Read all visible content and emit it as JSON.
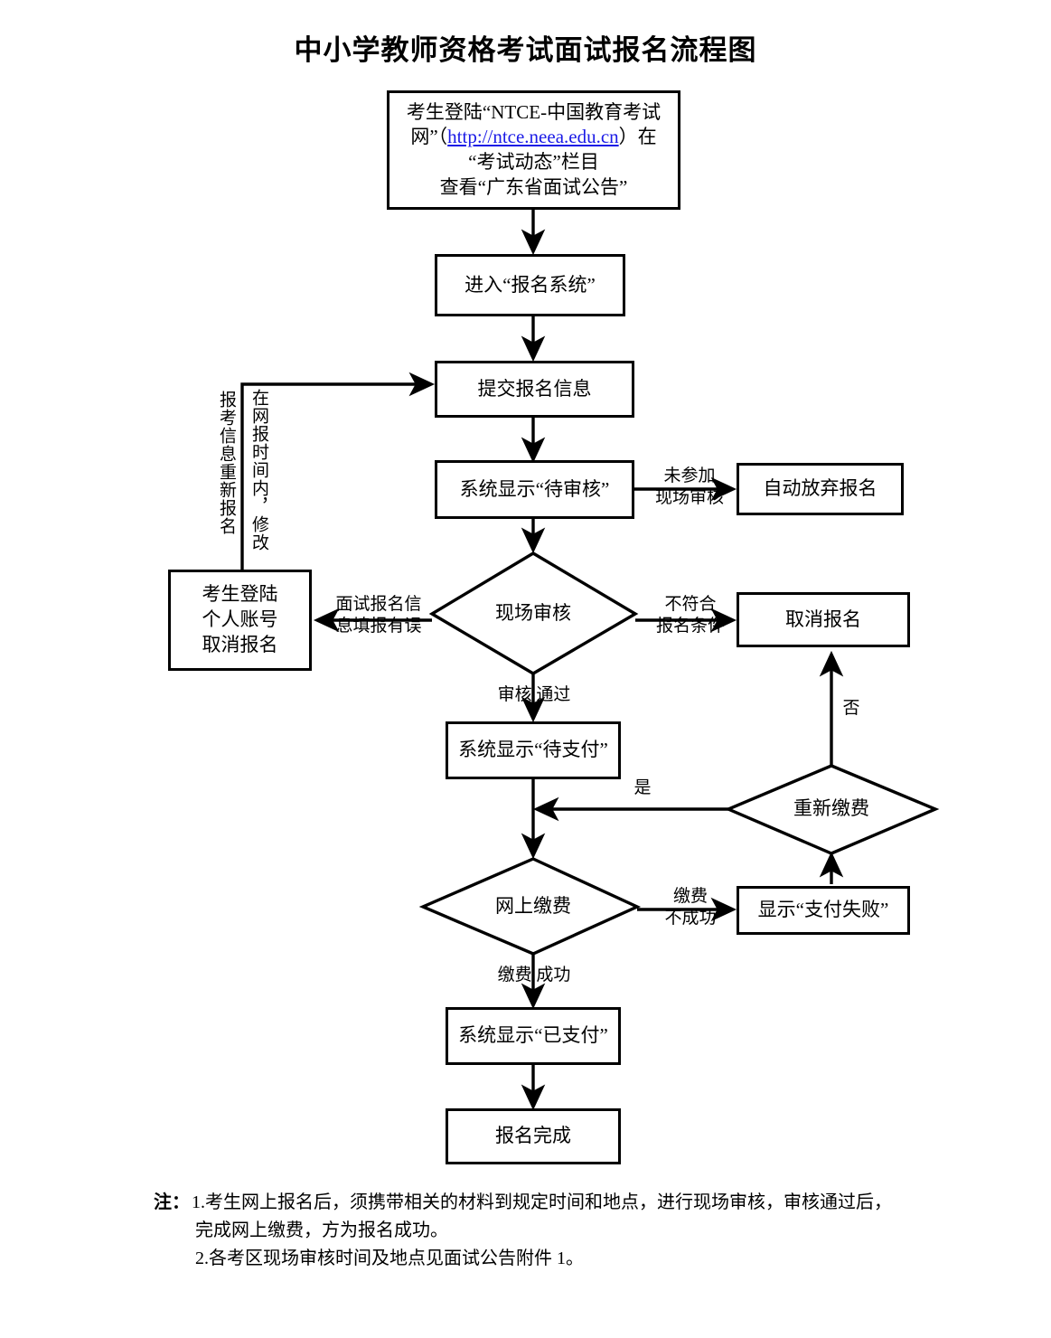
{
  "title": "中小学教师资格考试面试报名流程图",
  "nodes": {
    "start": {
      "line1": "考生登陆“NTCE-中国教育考试",
      "line2_pre": "网”（",
      "link": "http://ntce.neea.edu.cn",
      "line2_post": "）在",
      "line3": "“考试动态”栏目",
      "line4": "查看“广东省面试公告”"
    },
    "enter_system": "进入“报名系统”",
    "submit_info": "提交报名信息",
    "pending_review": "系统显示“待审核”",
    "auto_abandon": "自动放弃报名",
    "onsite_review": "现场审核",
    "cancel_login": "考生登陆\n个人账号\n取消报名",
    "cancel_reg": "取消报名",
    "pending_pay": "系统显示“待支付”",
    "repay": "重新缴费",
    "online_pay": "网上缴费",
    "pay_failed": "显示“支付失败”",
    "paid": "系统显示“已支付”",
    "done": "报名完成"
  },
  "edge_labels": {
    "not_attend": "未参加\n现场审核",
    "not_qualified": "不符合\n报名条件",
    "info_error": "面试报名信\n息填报有误",
    "review_pass": "审核  通过",
    "repay_no": "否",
    "repay_yes": "是",
    "pay_failed_label": "缴费\n不成功",
    "pay_success": "缴费  成功",
    "vertical_left": "报考信息重新报名",
    "vertical_right": "在网报时间内，修改"
  },
  "notes": {
    "head": "注：",
    "n1_num": "1.",
    "n1_line1": "考生网上报名后，须携带相关的材料到规定时间和地点，进行现场审核，审核通过后，",
    "n1_line2": "完成网上缴费，方为报名成功。",
    "n2_num": "2.",
    "n2_line1": "各考区现场审核时间及地点见面试公告附件 1。"
  },
  "colors": {
    "stroke": "#000000",
    "link": "#1a1ae6",
    "background": "#ffffff"
  }
}
